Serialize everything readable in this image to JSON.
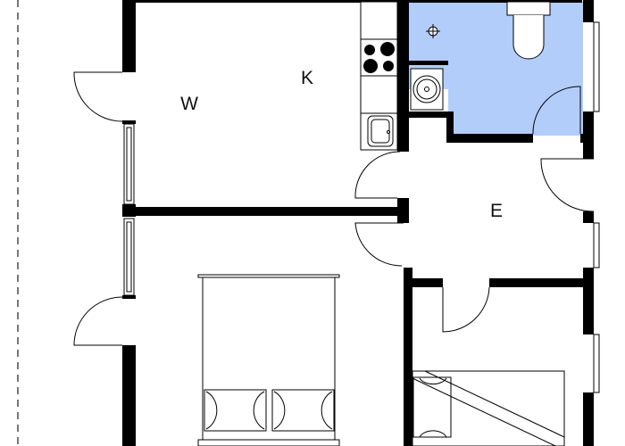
{
  "rooms": {
    "living": {
      "label": "W"
    },
    "kitchen": {
      "label": "K"
    },
    "entrance": {
      "label": "E"
    }
  },
  "colors": {
    "wall": "#000000",
    "bathroom_fill": "#b3cdfb",
    "dash_line": "#777777"
  }
}
